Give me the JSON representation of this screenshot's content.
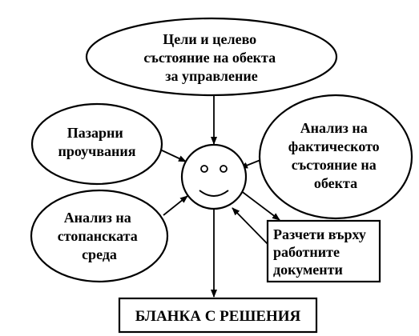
{
  "nodes": {
    "goals": {
      "lines": [
        "Цели и целево",
        "състояние на обекта",
        "за управление"
      ]
    },
    "market": {
      "lines": [
        "Пазарни",
        "проучвания"
      ]
    },
    "actual_state": {
      "lines": [
        "Анализ на",
        "фактическото",
        "състояние на",
        "обекта"
      ]
    },
    "economic_env": {
      "lines": [
        "Анализ на",
        "стопанската",
        "среда"
      ]
    },
    "calculations": {
      "lines": [
        "Разчети върху",
        "работните",
        "документи"
      ]
    },
    "decisions_form": {
      "lines": [
        "БЛАНКА С РЕШЕНИЯ"
      ]
    }
  },
  "colors": {
    "stroke": "#000000",
    "fill": "#ffffff",
    "text": "#000000"
  }
}
